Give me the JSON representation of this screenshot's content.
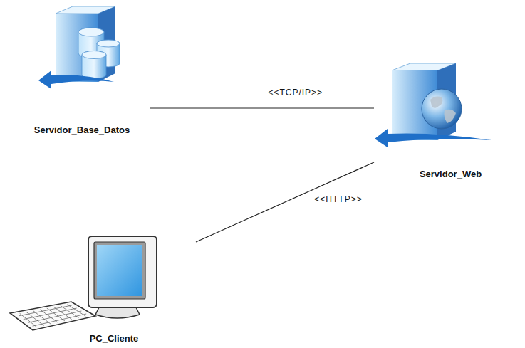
{
  "diagram": {
    "nodes": [
      {
        "text": [
          "Servidor_Base_Datos"
        ]
      },
      {
        "text": [
          "Servidor_Web"
        ]
      },
      {
        "text": [
          "PC_Cliente"
        ]
      }
    ],
    "edges": [
      {
        "from": 0,
        "to": 1,
        "label": "<<TCP/IP>>",
        "arrow": "none"
      },
      {
        "from": 2,
        "to": 1,
        "label": "<<HTTP>>",
        "arrow": "none"
      }
    ]
  }
}
